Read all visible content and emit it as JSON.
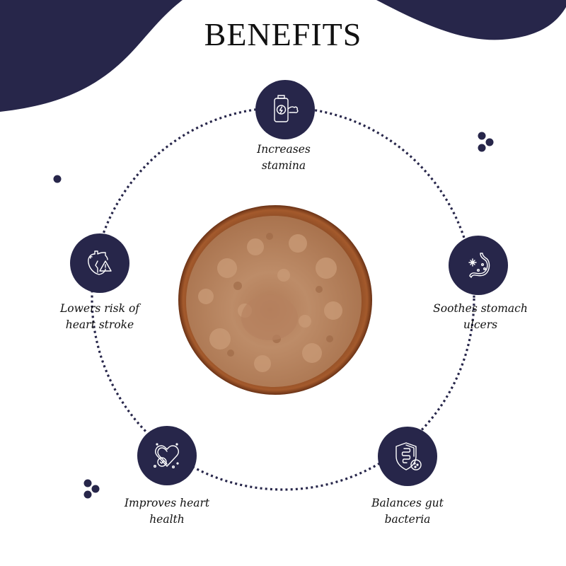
{
  "title": "BENEFITS",
  "colors": {
    "navy": "#27264a",
    "text": "#111111",
    "background": "#ffffff",
    "powder": "#b98a66",
    "bowl_wood": "#7a3e1e"
  },
  "center_image": {
    "icon": "powder-bowl-image",
    "description": "Wooden bowl filled with brown powder"
  },
  "benefits": [
    {
      "icon": "battery-muscle-icon",
      "line1": "Increases",
      "line2": "stamina"
    },
    {
      "icon": "stomach-icon",
      "line1": "Soothes stomach",
      "line2": "ulcers"
    },
    {
      "icon": "shield-gut-bacteria-icon",
      "line1": "Balances gut",
      "line2": "bacteria"
    },
    {
      "icon": "heart-check-icon",
      "line1": "Improves heart",
      "line2": "health"
    },
    {
      "icon": "heart-warning-icon",
      "line1": "Lowers risk of",
      "line2": "heart stroke"
    }
  ]
}
